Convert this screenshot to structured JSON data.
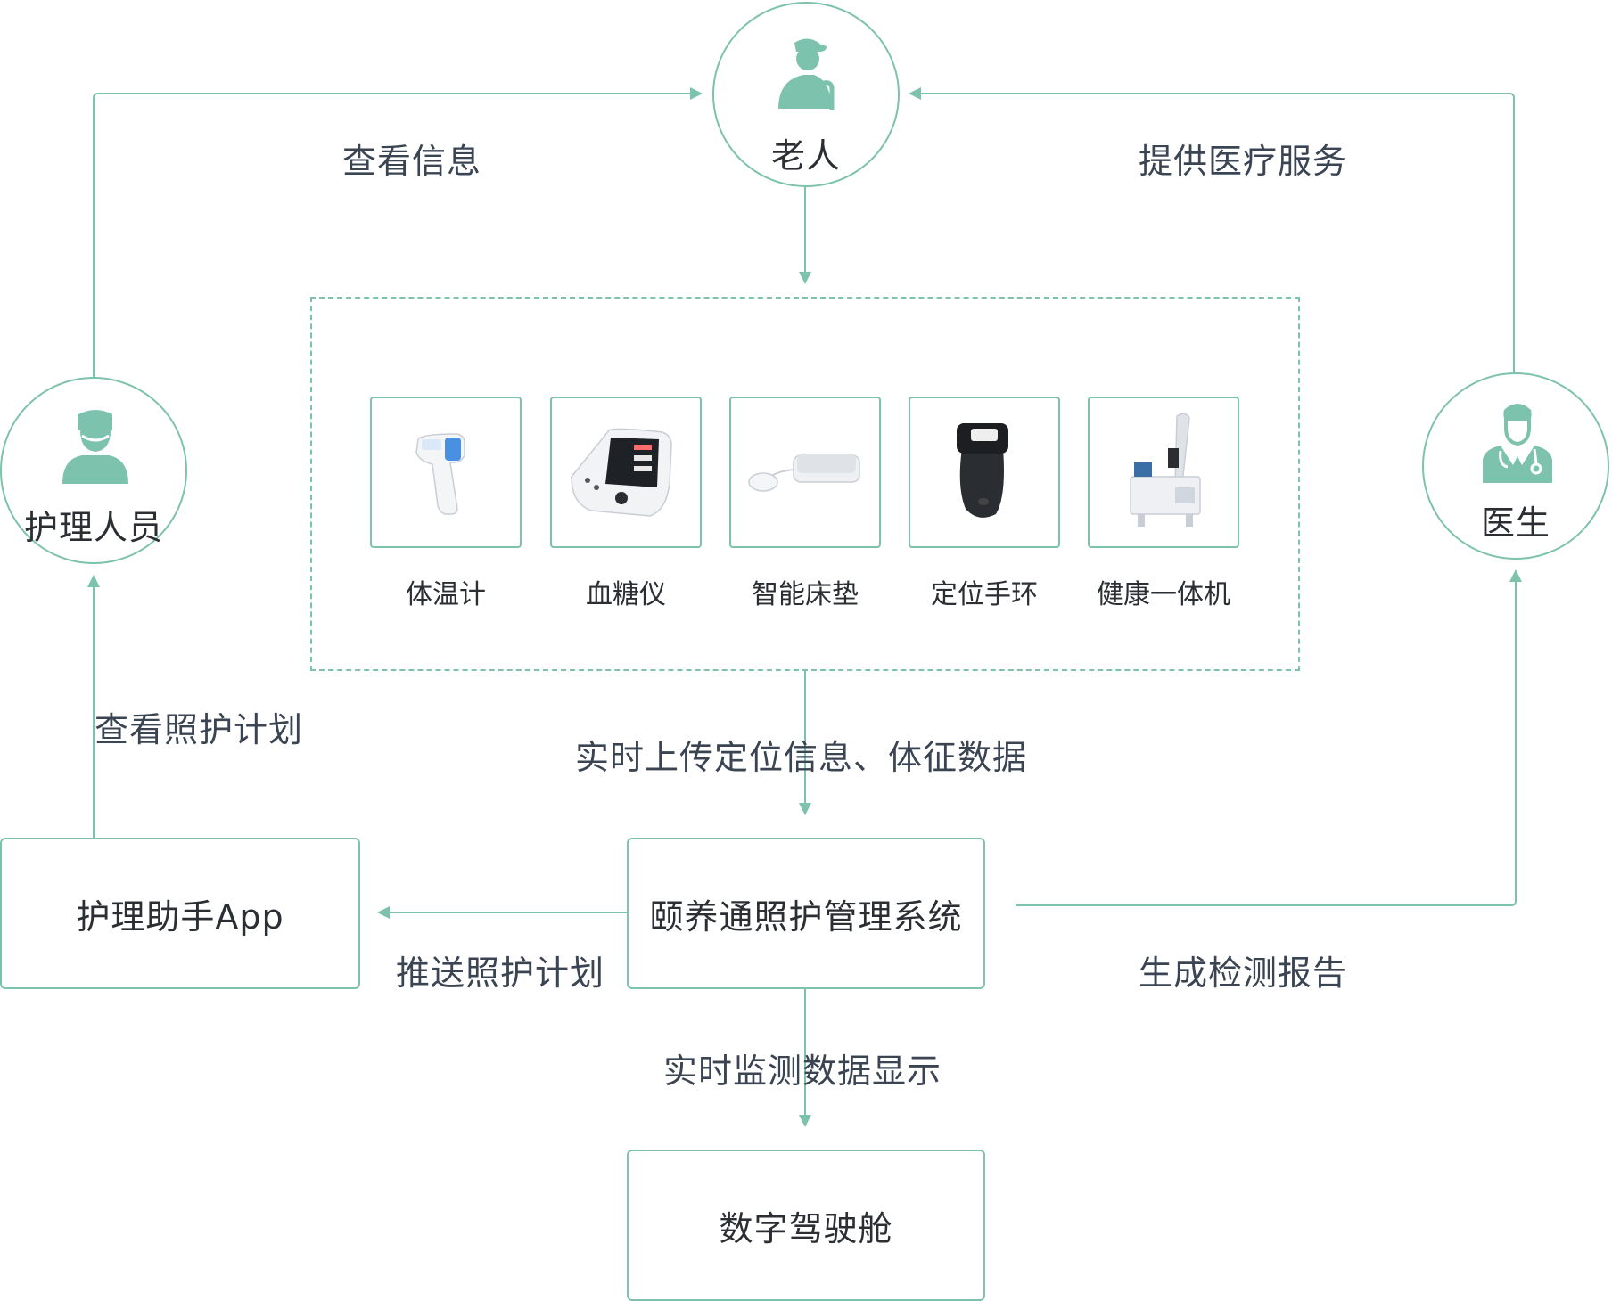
{
  "colors": {
    "accent": "#7dc2ad",
    "text": "#2b2f33",
    "label_text": "#3a4452"
  },
  "nodes": {
    "elder": {
      "label": "老人",
      "icon": "elder-icon"
    },
    "caregiver": {
      "label": "护理人员",
      "icon": "nurse-icon"
    },
    "doctor": {
      "label": "医生",
      "icon": "doctor-icon"
    },
    "app": {
      "label": "护理助手App"
    },
    "system": {
      "label": "颐养通照护管理系统"
    },
    "cockpit": {
      "label": "数字驾驶舱"
    }
  },
  "devices": [
    {
      "label": "体温计",
      "icon": "thermometer-icon"
    },
    {
      "label": "血糖仪",
      "icon": "glucose-meter-icon"
    },
    {
      "label": "智能床垫",
      "icon": "smart-mattress-icon"
    },
    {
      "label": "定位手环",
      "icon": "location-bracelet-icon"
    },
    {
      "label": "健康一体机",
      "icon": "health-kiosk-icon"
    }
  ],
  "edges": {
    "view_info": "查看信息",
    "provide_medical": "提供医疗服务",
    "view_care_plan": "查看照护计划",
    "upload_data": "实时上传定位信息、体征数据",
    "push_care_plan": "推送照护计划",
    "generate_report": "生成检测报告",
    "realtime_display": "实时监测数据显示"
  }
}
